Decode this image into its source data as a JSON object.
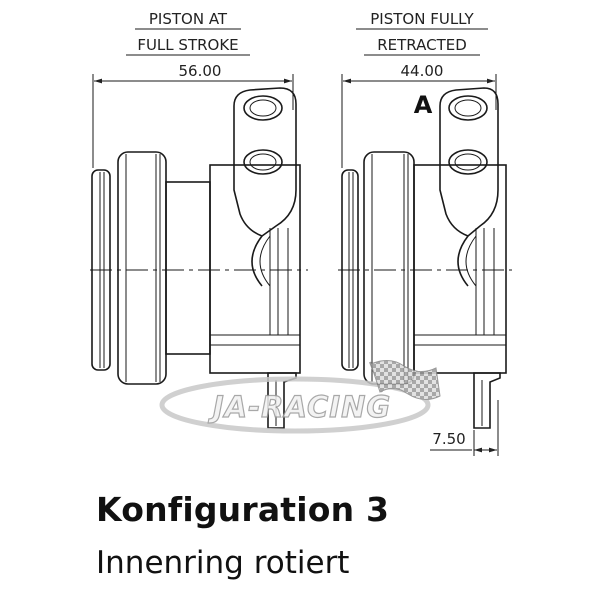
{
  "left_view": {
    "label_line1": "PISTON AT",
    "label_line2": "FULL STROKE",
    "dimension": "56.00"
  },
  "right_view": {
    "label_line1": "PISTON FULLY",
    "label_line2": "RETRACTED",
    "dimension": "44.00",
    "marker": "A",
    "small_dimension": "7.50"
  },
  "watermark": {
    "text": "JA-RACING",
    "icon": "checkered-flag-icon"
  },
  "caption": {
    "title": "Konfiguration 3",
    "subtitle": "Innenring rotiert"
  }
}
